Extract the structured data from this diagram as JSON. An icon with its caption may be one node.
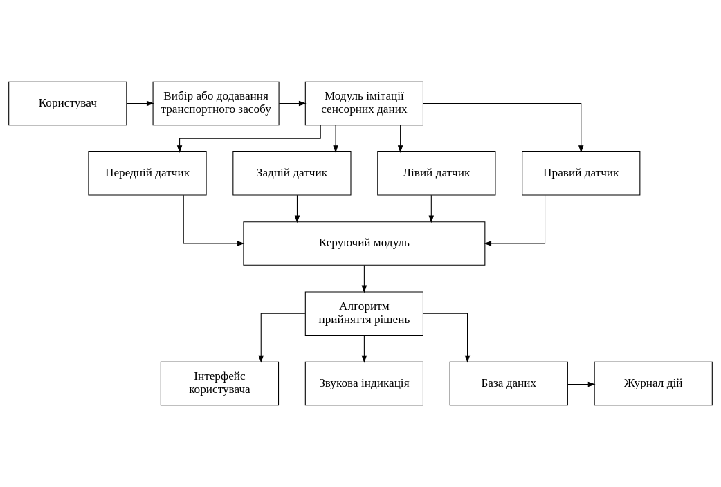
{
  "diagram": {
    "nodes": [
      {
        "text": [
          "Користувач"
        ]
      },
      {
        "text": [
          "Вибір або додавання транспортного засобу"
        ]
      },
      {
        "text": [
          "Модуль імітації сенсорних даних"
        ]
      },
      {
        "text": [
          "Передній датчик"
        ]
      },
      {
        "text": [
          "Задній датчик"
        ]
      },
      {
        "text": [
          "Лівий датчик"
        ]
      },
      {
        "text": [
          "Правий датчик"
        ]
      },
      {
        "text": [
          "Керуючий модуль"
        ]
      },
      {
        "text": [
          "Алгоритм прийняття рішень"
        ]
      },
      {
        "text": [
          "Інтерфейс користувача"
        ]
      },
      {
        "text": [
          "Звукова індикація"
        ]
      },
      {
        "text": [
          "База даних"
        ]
      },
      {
        "text": [
          "Журнал дій"
        ]
      }
    ],
    "edges": [
      {
        "from": 0,
        "to": 1,
        "arrow": "to"
      },
      {
        "from": 1,
        "to": 2,
        "arrow": "to"
      },
      {
        "from": 2,
        "to": 3,
        "arrow": "to"
      },
      {
        "from": 2,
        "to": 4,
        "arrow": "to"
      },
      {
        "from": 2,
        "to": 5,
        "arrow": "to"
      },
      {
        "from": 2,
        "to": 6,
        "arrow": "to"
      },
      {
        "from": 3,
        "to": 7,
        "arrow": "to"
      },
      {
        "from": 4,
        "to": 7,
        "arrow": "to"
      },
      {
        "from": 5,
        "to": 7,
        "arrow": "to"
      },
      {
        "from": 6,
        "to": 7,
        "arrow": "to"
      },
      {
        "from": 7,
        "to": 8,
        "arrow": "to"
      },
      {
        "from": 8,
        "to": 9,
        "arrow": "to"
      },
      {
        "from": 8,
        "to": 10,
        "arrow": "to"
      },
      {
        "from": 8,
        "to": 11,
        "arrow": "to"
      },
      {
        "from": 11,
        "to": 12,
        "arrow": "to"
      }
    ]
  }
}
